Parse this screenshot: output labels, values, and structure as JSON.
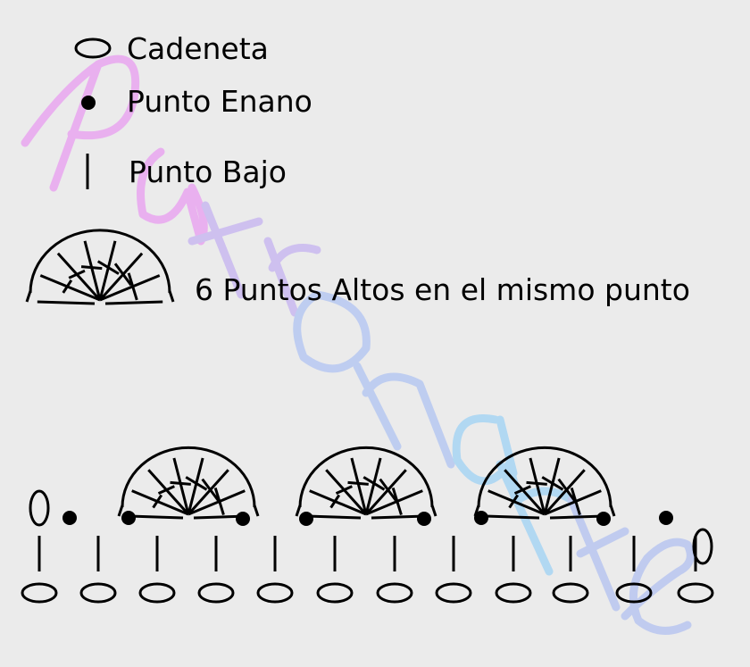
{
  "legend": {
    "chain_label": "Cadeneta",
    "slip_stitch_label": "Punto Enano",
    "single_crochet_label": "Punto Bajo",
    "shell_label": "6 Puntos Altos en el mismo punto"
  },
  "watermark": {
    "text": "Patronarte",
    "colors": [
      "#e9a6f0",
      "#c9b9f0",
      "#b7c8f2",
      "#a8d5f4",
      "#b9c6f0"
    ]
  },
  "colors": {
    "background": "#ebebeb",
    "ink": "#000000"
  },
  "pattern": {
    "base_chains": 12,
    "single_crochets": 12,
    "slip_stitches": 8,
    "shells": 3,
    "stitches_per_shell": 6,
    "turning_chains": 2
  }
}
